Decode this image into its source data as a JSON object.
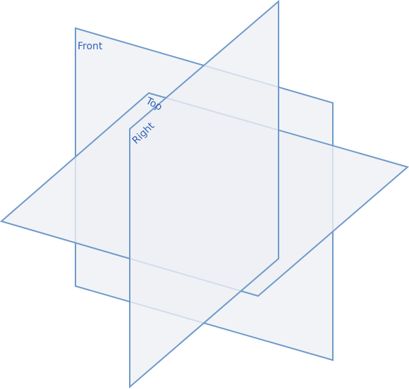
{
  "planes": {
    "front": {
      "label": "Front"
    },
    "top": {
      "label": "Top"
    },
    "right": {
      "label": "Right"
    }
  },
  "colors": {
    "plane_edge": "#6e9acb",
    "plane_fill": "#eef0f5",
    "label_text": "#2f63b7"
  }
}
